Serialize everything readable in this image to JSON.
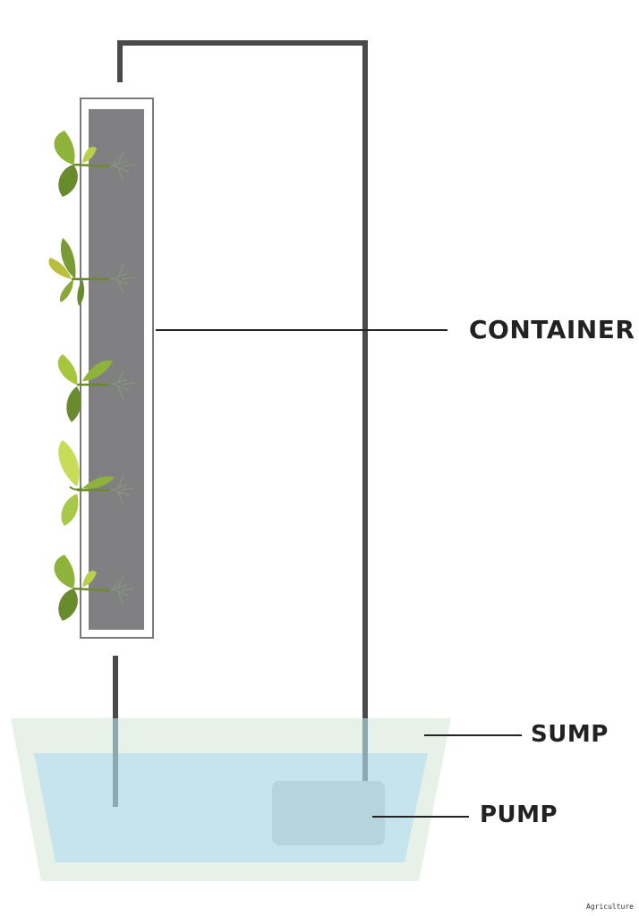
{
  "labels": {
    "container": "CONTAINER",
    "sump": "SUMP",
    "pump": "PUMP"
  },
  "footer": {
    "text": "Agriculture"
  },
  "colors": {
    "pipe": "#4a4a4a",
    "container_fill": "#808083",
    "sump_outer": "#e8f1e8",
    "water": "#c6e4ee",
    "pump": "#b5d4dd",
    "leader_line": "#222222"
  },
  "icons": [
    "plant-icon"
  ]
}
